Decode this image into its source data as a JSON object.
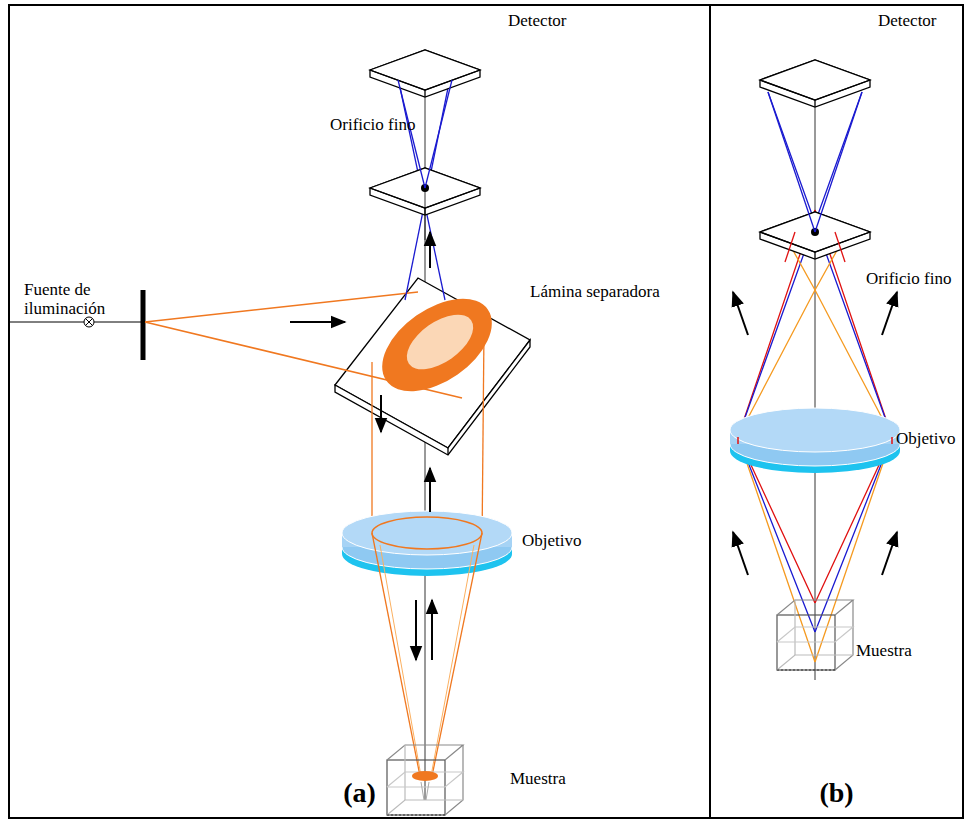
{
  "diagram": {
    "nodes": [
      {
        "text": [
          "(a)"
        ]
      },
      {
        "text": [
          "(b)"
        ]
      }
    ],
    "labels": [
      "Detector",
      "Orificio fino",
      "Fuente de iluminación",
      "Lámina separadora",
      "Objetivo",
      "Muestra",
      "Detector",
      "Orificio fino",
      "Objetivo",
      "Muestra"
    ]
  }
}
